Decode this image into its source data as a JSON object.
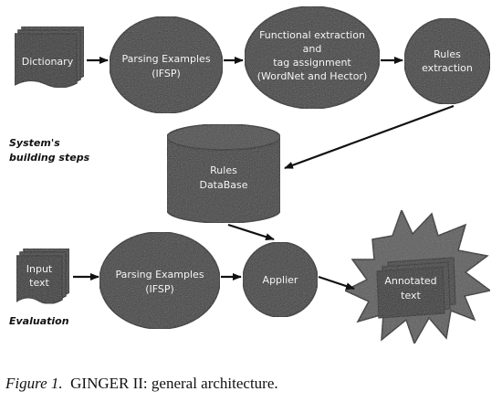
{
  "nodes": {
    "dictionary": [
      "Dictionary"
    ],
    "parsing_top": [
      "Parsing Examples",
      "(IFSP)"
    ],
    "functional": [
      "Functional extraction",
      "and",
      "tag assignment",
      "(WordNet and Hector)"
    ],
    "rules_extraction": [
      "Rules",
      "extraction"
    ],
    "rules_db": [
      "Rules",
      "DataBase"
    ],
    "input_text": [
      "Input",
      "text"
    ],
    "parsing_bottom": [
      "Parsing Examples",
      "(IFSP)"
    ],
    "applier": [
      "Applier"
    ],
    "annotated_text": [
      "Annotated",
      "text"
    ]
  },
  "labels": {
    "building": [
      "System's",
      "building steps"
    ],
    "evaluation": [
      "Evaluation"
    ]
  },
  "caption": {
    "figure": "Figure 1.",
    "text": "GINGER II: general architecture."
  },
  "colors": {
    "node_fill": "#3d3d3d",
    "node_stroke": "#1a1a1a",
    "arrow": "#111111",
    "burst_fill": "#5a5a5a",
    "burst_stroke": "#222222"
  }
}
